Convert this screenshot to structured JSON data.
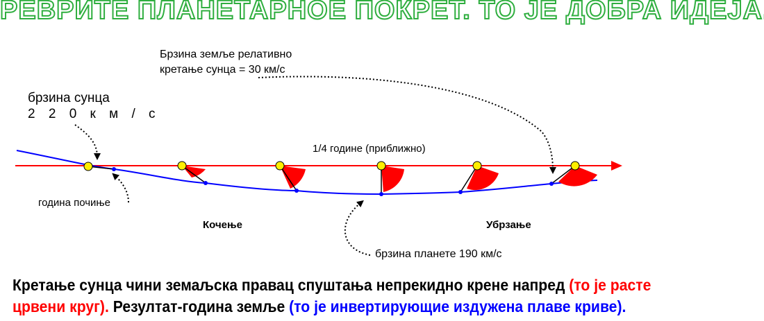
{
  "title": "РЕВРИТЕ ПЛАНЕТАРНОЕ ПОКРЕТ. ТО ЈЕ ДОБРА ИДЕЈА.",
  "labels": {
    "sun_speed_line1": "брзина сунца",
    "sun_speed_line2": "2 2 0   к м / с",
    "earth_rel_line1": "Брзина земље релативно",
    "earth_rel_line2": "кретање сунца = 30 км/с",
    "quarter_year": "1/4 године (приближно)",
    "year_start": "година почиње",
    "braking": "Кочење",
    "acceleration": "Убрзање",
    "planet_speed": "брзина планете 190 км/с"
  },
  "caption": {
    "part1": "Кретање сунца чини земаљска правац спуштања непрекидно крене напред ",
    "part2_red": "(то је расте",
    "part3_red": "црвени круг).",
    "part4": " Резултат-година земље ",
    "part5_blue": "(то је инвертирующие издужена плаве криве)."
  },
  "colors": {
    "title_outline": "#2fae3f",
    "sun_path": "#ff0000",
    "earth_path": "#0000ff",
    "sun_dot": "#ffee00",
    "sector": "#ff0000"
  },
  "icons": [
    "arrow-right-icon",
    "sun-dot-icon",
    "planet-dot-icon",
    "pointer-arrow-icon"
  ]
}
